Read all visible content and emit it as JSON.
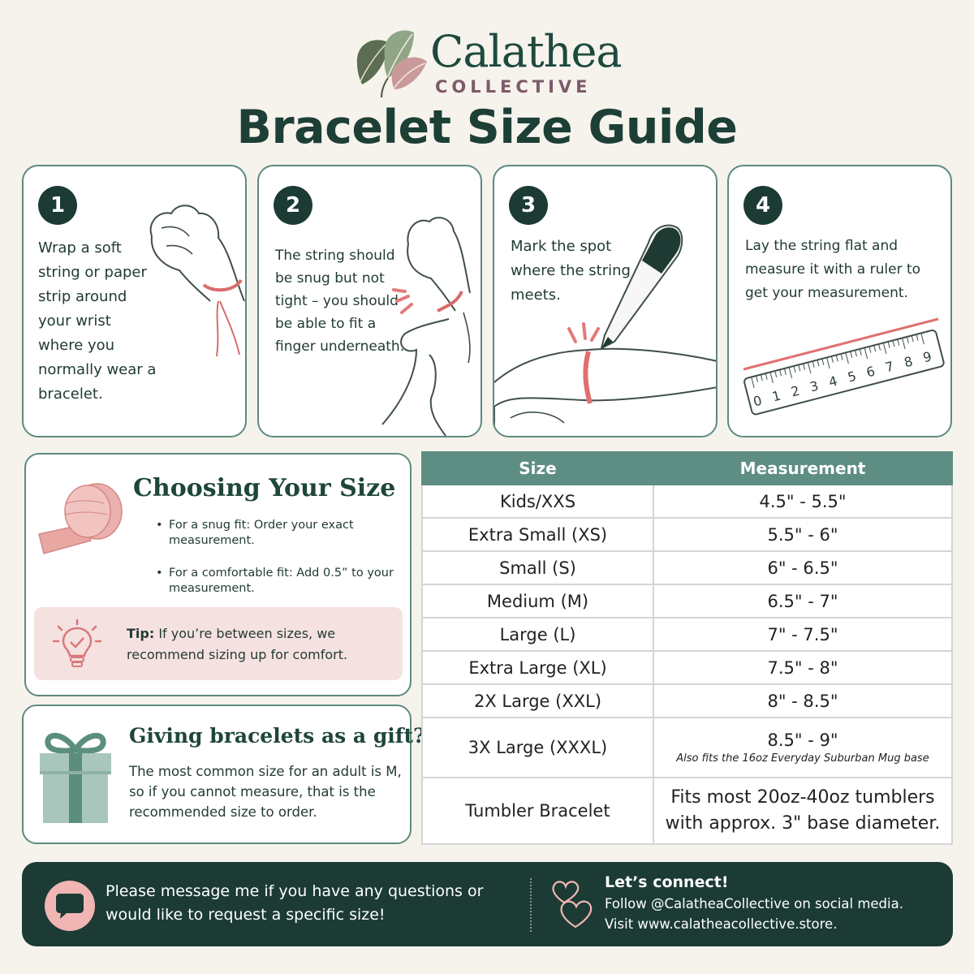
{
  "brand": {
    "name": "Calathea",
    "sub": "COLLECTIVE"
  },
  "title": "Bracelet Size Guide",
  "steps": [
    {
      "num": "1",
      "text": "Wrap a soft string or paper strip around your wrist where you normally wear a bracelet."
    },
    {
      "num": "2",
      "text": "The string should be snug but not tight – you should be able to fit a finger underneath."
    },
    {
      "num": "3",
      "text": "Mark the spot where the string meets."
    },
    {
      "num": "4",
      "text": "Lay the string flat and measure it with a ruler to get your measurement."
    }
  ],
  "ruler_numbers": [
    "0",
    "1",
    "2",
    "3",
    "4",
    "5",
    "6",
    "7",
    "8",
    "9"
  ],
  "choosing": {
    "title": "Choosing Your Size",
    "bullets": [
      "For a snug fit: Order your exact measurement.",
      "For a comfortable fit: Add 0.5” to your measurement."
    ],
    "tip_label": "Tip:",
    "tip_text": " If you’re between sizes, we recommend sizing up for comfort."
  },
  "gift": {
    "title": "Giving bracelets as a gift?",
    "text": "The most common size for an adult is M, so if you cannot measure, that is the recommended size to order."
  },
  "table": {
    "headers": [
      "Size",
      "Measurement"
    ],
    "rows": [
      {
        "size": "Kids/XXS",
        "measurement": "4.5\" - 5.5\""
      },
      {
        "size": "Extra Small (XS)",
        "measurement": "5.5\" - 6\""
      },
      {
        "size": "Small (S)",
        "measurement": "6\" - 6.5\""
      },
      {
        "size": "Medium (M)",
        "measurement": "6.5\" - 7\""
      },
      {
        "size": "Large (L)",
        "measurement": "7\" - 7.5\""
      },
      {
        "size": "Extra Large (XL)",
        "measurement": "7.5\" - 8\""
      },
      {
        "size": "2X Large (XXL)",
        "measurement": "8\" - 8.5\""
      },
      {
        "size": "3X Large (XXXL)",
        "measurement": "8.5\" - 9\"",
        "note": "Also fits the 16oz Everyday Suburban Mug base"
      },
      {
        "size": "Tumbler Bracelet",
        "measurement": "Fits most 20oz-40oz tumblers with approx. 3\" base diameter."
      }
    ]
  },
  "footer": {
    "message": "Please message me if you have any questions or would like to request a specific size!",
    "connect_title": "Let’s connect!",
    "connect_line1": "Follow @CalatheaCollective on social media.",
    "connect_line2": "Visit www.calatheacollective.store."
  }
}
